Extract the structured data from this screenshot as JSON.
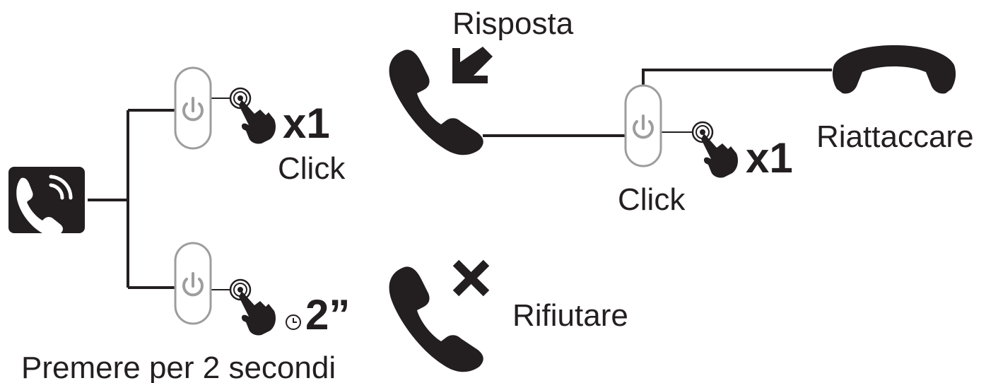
{
  "labels": {
    "answer": "Risposta",
    "hang_up": "Riattaccare",
    "reject": "Rifiutare",
    "click_top": "Click",
    "click_right": "Click",
    "hold_caption": "Premere per 2 secondi",
    "times_one_top": "x1",
    "times_one_right": "x1",
    "two_seconds": "2”"
  },
  "icons": {
    "incoming": "incoming-call-icon",
    "answer": "answer-call-icon",
    "answer_arrow": "arrow-down-left-icon",
    "hang_up": "hang-up-icon",
    "reject": "reject-call-icon",
    "reject_mark": "cross-icon",
    "power_button": "power-button-icon",
    "tap": "tap-hand-icon",
    "clock": "clock-icon"
  },
  "colors": {
    "ink": "#231f20",
    "button_outline": "#9d9d9d",
    "background": "#ffffff"
  }
}
